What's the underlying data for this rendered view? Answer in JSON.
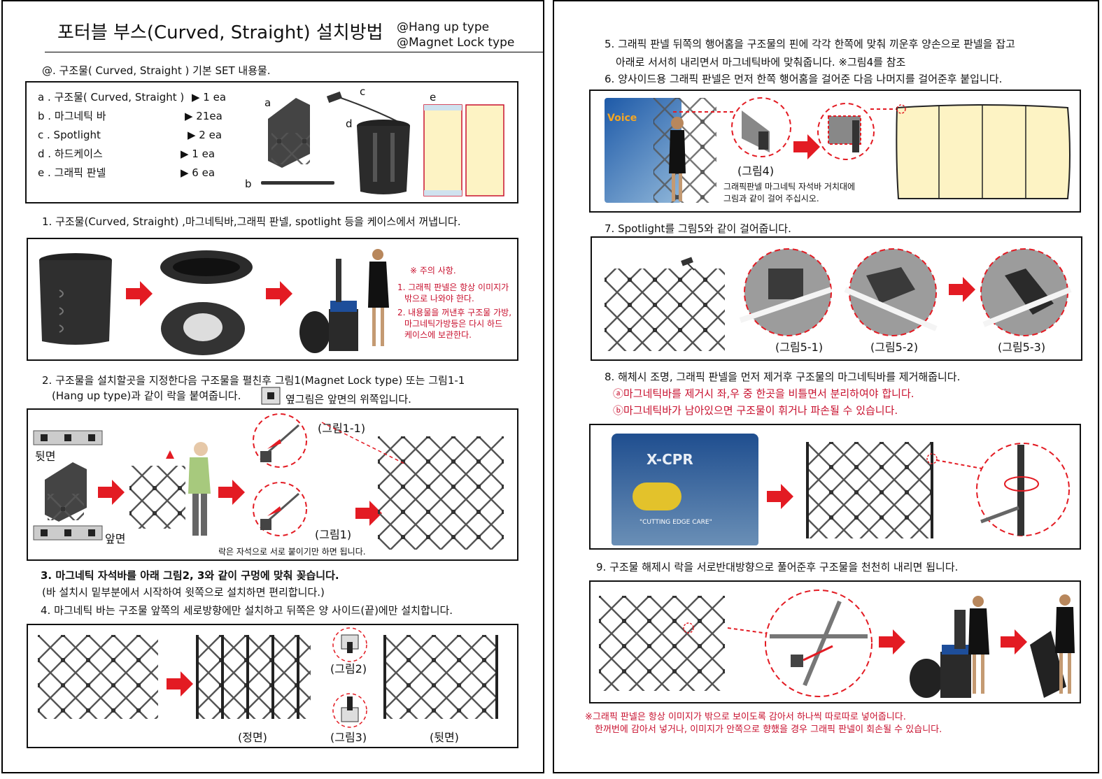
{
  "left": {
    "title": "포터블 부스(Curved, Straight) 설치방법",
    "title_types": [
      "@Hang up type",
      "@Magnet Lock type"
    ],
    "set_heading": "@. 구조물( Curved, Straight ) 기본 SET 내용물.",
    "set_items": [
      {
        "label": "a . 구조물( Curved, Straight )",
        "qty": "▶ 1 ea"
      },
      {
        "label": "b . 마그네틱 바",
        "qty": "▶ 21ea"
      },
      {
        "label": "c . Spotlight",
        "qty": "▶ 2 ea"
      },
      {
        "label": "d . 하드케이스",
        "qty": "▶ 1 ea"
      },
      {
        "label": "e . 그래픽 판넬",
        "qty": "▶ 6 ea"
      }
    ],
    "set_letters": [
      "a",
      "b",
      "c",
      "d",
      "e"
    ],
    "step1": "1. 구조물(Curved, Straight) ,마그네틱바,그래픽 판넬, spotlight 등을 케이스에서 꺼냅니다.",
    "step1_note_title": "※ 주의 사항.",
    "step1_notes": [
      "1. 그래픽 판넬은 항상 이미지가",
      "밖으로 나와야 한다.",
      "2. 내용물을 꺼낸후 구조물 가방,",
      "마그네틱가방등은 다시 하드",
      "케이스에 보관한다."
    ],
    "step2_line1": "2. 구조물을 설치할곳을 지정한다음 구조물을 펼친후 그림1(Magnet Lock type) 또는 그림1-1",
    "step2_line2a": "(Hang up type)과 같이 락을 붙여줍니다.",
    "step2_line2b": "옆그림은 앞면의 위쪽입니다.",
    "step2_back": "뒷면",
    "step2_front": "앞면",
    "step2_fig11": "(그림1-1)",
    "step2_fig1": "(그림1)",
    "step2_caption": "락은 자석으로 서로 붙이기만 하면 됩니다.",
    "step3_line1": "3. 마그네틱 자석바를 아래 그림2, 3와 같이 구멍에 맞춰 꽂습니다.",
    "step3_line2": "(바 설치시 밑부분에서 시작하여 윗쪽으로 설치하면 편리합니다.)",
    "step4": "4. 마그네틱 바는 구조물 앞쪽의 세로방향에만 설치하고 뒤쪽은 양 사이드(끝)에만 설치합니다.",
    "step4_fig2": "(그림2)",
    "step4_fig3": "(그림3)",
    "step4_front": "(정면)",
    "step4_back": "(뒷면)"
  },
  "right": {
    "step5_line1": "5. 그래픽 판넬 뒤쪽의 행어홈을 구조물의 핀에 각각 한쪽에 맞춰 끼운후 양손으로 판넬을 잡고",
    "step5_line2": "아래로 서서히 내리면서 마그네틱바에 맞춰줍니다. ※그림4를 참조",
    "step6": "6. 양사이드용 그래픽 판넬은 먼저 한쪽 행어홈을 걸어준 다음 나머지를 걸어준후 붙입니다.",
    "fig4": "(그림4)",
    "fig4_caption": [
      "그래픽판넬 마그네틱 자석바 거치대에",
      "그림과 같이 걸어 주십시오."
    ],
    "photo_text": "Voice",
    "step7": "7. Spotlight를 그림5와 같이 걸어줍니다.",
    "fig5_labels": [
      "(그림5-1)",
      "(그림5-2)",
      "(그림5-3)"
    ],
    "step8": "8. 해체시 조명, 그래픽 판넬을 먼저 제거후 구조물의 마그네틱바를 제거해줍니다.",
    "step8_notes": [
      "ⓐ마그네틱바를 제거시 좌,우 중 한곳을 비틀면서 분리하여야 합니다.",
      "ⓑ마그네틱바가 남아있으면 구조물이 휘거나 파손될 수 있습니다."
    ],
    "booth_brand": "X-CPR",
    "booth_slogan": "\"CUTTING EDGE CARE\"",
    "step9": "9. 구조물 해제시 락을  서로반대방향으로 풀어준후 구조물을 천천히 내리면 됩니다.",
    "footer_notes": [
      "※그래픽 판넬은 항상 이미지가 밖으로 보이도록 감아서 하나씩 따로따로 넣어줍니다.",
      "한꺼번에 감아서 넣거나, 이미지가 안쪽으로 향했을 경우 그래픽 판넬이 회손될 수 있습니다."
    ]
  },
  "colors": {
    "accent_red": "#c8102e",
    "arrow_red": "#e31b23",
    "panel_yellow": "#fdf3c4",
    "frame_gray": "#555555"
  }
}
